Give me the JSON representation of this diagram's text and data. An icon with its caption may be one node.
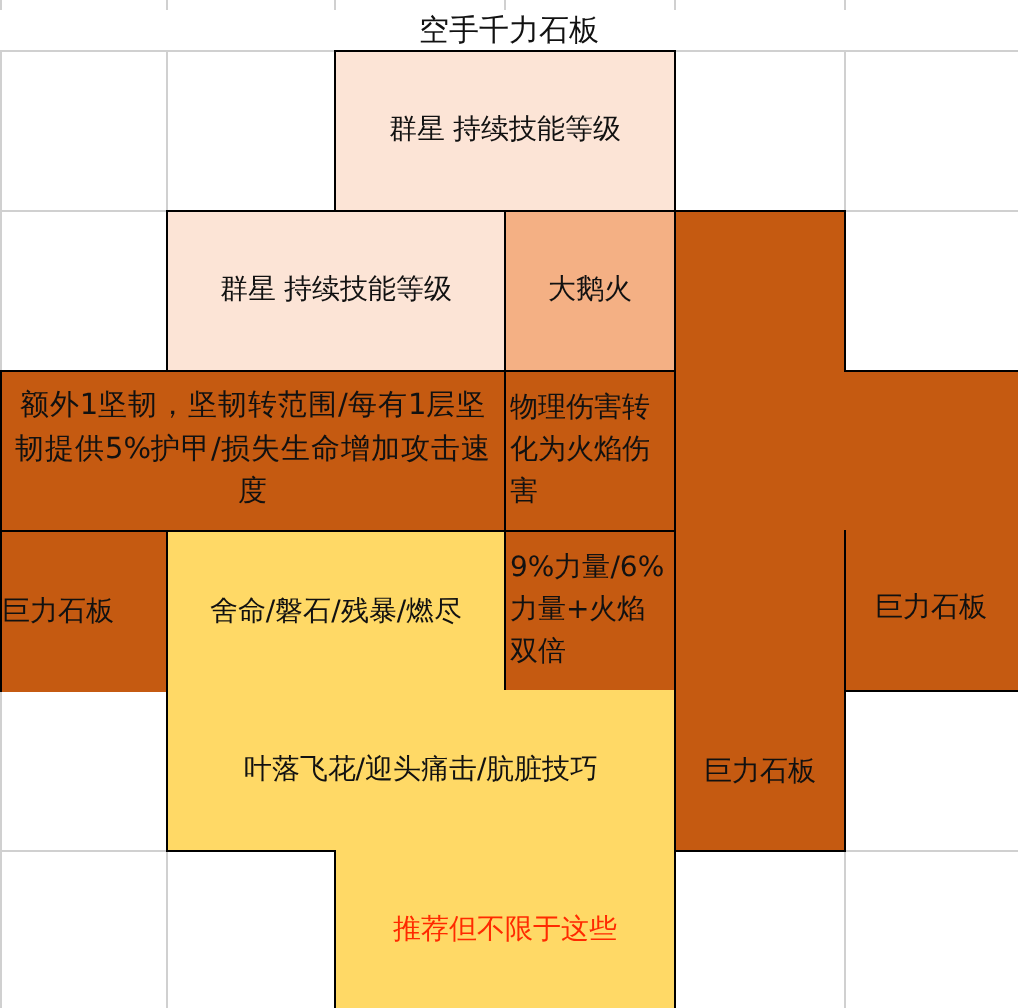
{
  "diagram": {
    "title": "空手千力石板",
    "nodes": [
      {
        "text": [
          "群星 持续技能等级"
        ]
      },
      {
        "text": [
          "群星 持续技能等级"
        ]
      },
      {
        "text": [
          "大鹅火"
        ]
      },
      {
        "text": [],
        "shape": "box"
      },
      {
        "text": [
          "额外1坚韧，坚韧转范围/每有1层坚韧提供5%护甲/损失生命增加攻击速度"
        ]
      },
      {
        "text": [
          "物理伤害转化为火焰伤害"
        ]
      },
      {
        "text": [
          "巨力石板"
        ]
      },
      {
        "text": [
          "舍命/磐石/残暴/燃尽"
        ]
      },
      {
        "text": [
          "9%力量/6%力量+火焰双倍"
        ]
      },
      {
        "text": [
          "巨力石板"
        ]
      },
      {
        "text": [
          "叶落飞花/迎头痛击/肮脏技巧"
        ]
      },
      {
        "text": [
          "巨力石板"
        ]
      },
      {
        "text": [
          "推荐但不限于这些"
        ]
      }
    ]
  }
}
